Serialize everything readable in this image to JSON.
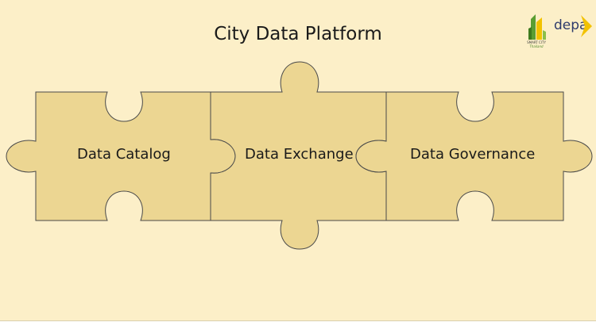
{
  "slide": {
    "title": "City Data Platform",
    "background": "#fcefc8"
  },
  "logos": {
    "smart_city": {
      "line1": "SMART CITY",
      "line2": "Thailand",
      "icon": "smart-city-logo"
    },
    "depa": {
      "text": "depa",
      "icon": "depa-logo",
      "accent": "#f2c200"
    }
  },
  "puzzle": {
    "piece_color": "#ecd692",
    "outline_color": "#4a4a4a",
    "pieces": [
      {
        "label": "Data Catalog"
      },
      {
        "label": "Data Exchange"
      },
      {
        "label": "Data Governance"
      }
    ]
  }
}
